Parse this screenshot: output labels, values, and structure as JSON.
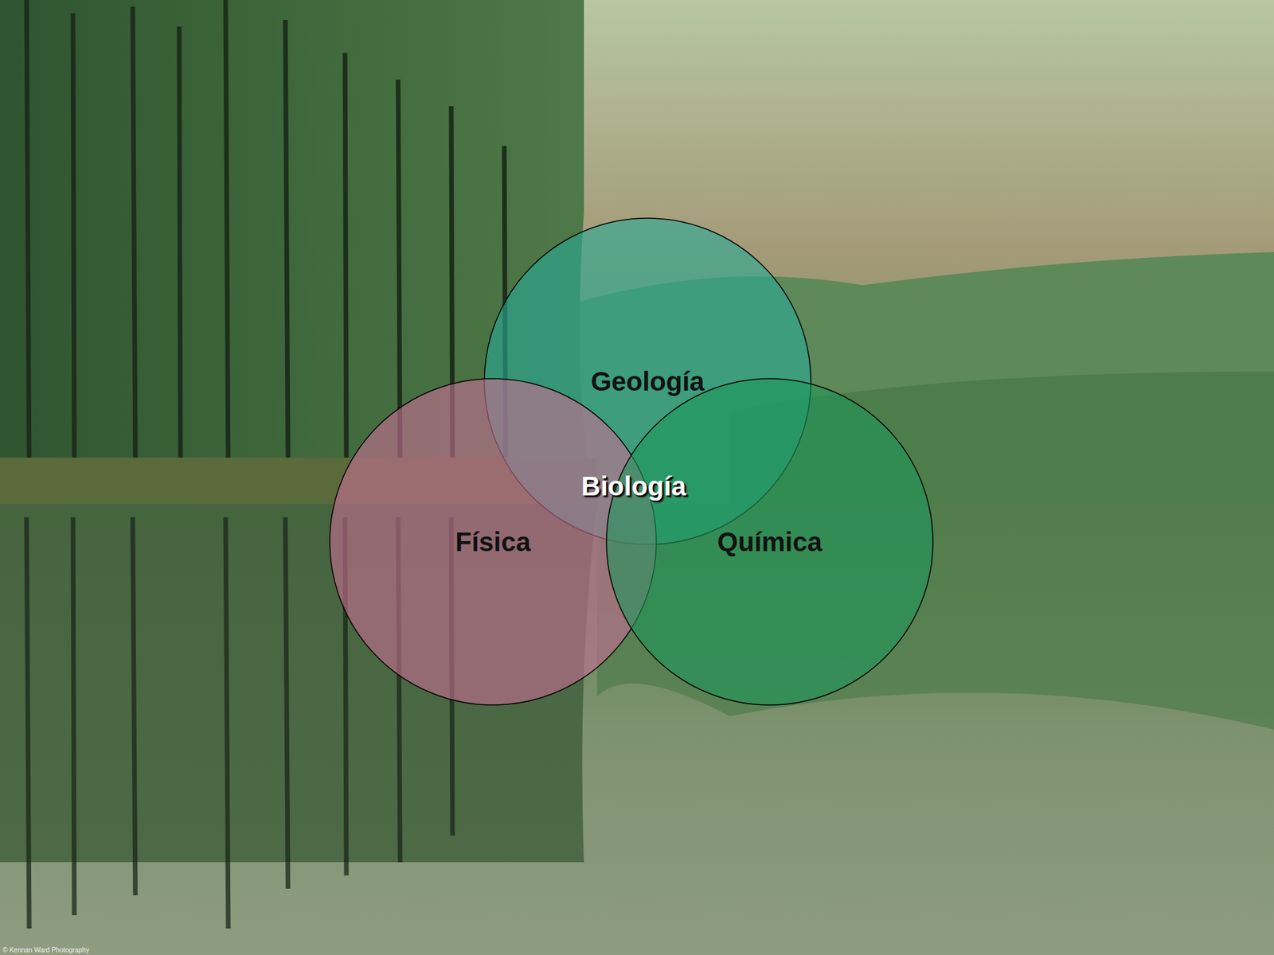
{
  "diagram": {
    "nodes": [
      {
        "text": [
          "Geología"
        ]
      },
      {
        "text": [
          "Física"
        ]
      },
      {
        "text": [
          "Química"
        ]
      }
    ],
    "labels": [
      "Biología",
      "© Kennan Ward Photography"
    ]
  }
}
